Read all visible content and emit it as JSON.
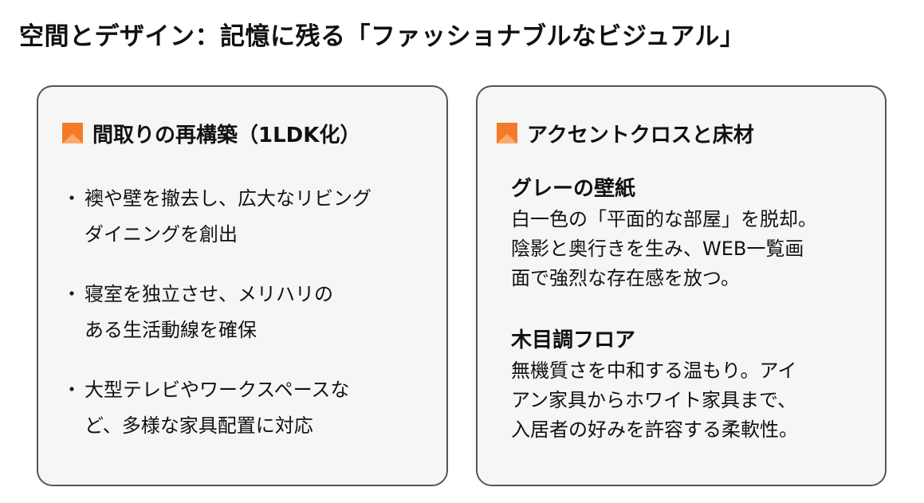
{
  "page": {
    "title": "空間とデザイン：記憶に残る「ファッショナブルなビジュアル」"
  },
  "colors": {
    "accent": "#F47A2A",
    "accent_light": "#F9A96B",
    "card_border": "#555555",
    "card_background": "#F6F6F6"
  },
  "left_card": {
    "icon": "orange-square-icon",
    "heading": "間取りの再構築（1LDK化）",
    "items": [
      {
        "lines": [
          "襖や壁を撤去し、広大なリビング",
          "ダイニングを創出"
        ]
      },
      {
        "lines": [
          "寝室を独立させ、メリハリの",
          "ある生活動線を確保"
        ]
      },
      {
        "lines": [
          "大型テレビやワークスペースな",
          "ど、多様な家具配置に対応"
        ]
      }
    ]
  },
  "right_card": {
    "icon": "orange-square-icon",
    "heading": "アクセントクロスと床材",
    "sections": [
      {
        "title": "グレーの壁紙",
        "lines": [
          "白一色の「平面的な部屋」を脱却。",
          "陰影と奥行きを生み、WEB一覧画",
          "面で強烈な存在感を放つ。"
        ]
      },
      {
        "title": "木目調フロア",
        "lines": [
          "無機質さを中和する温もり。アイ",
          "アン家具からホワイト家具まで、",
          "入居者の好みを許容する柔軟性。"
        ]
      }
    ]
  }
}
